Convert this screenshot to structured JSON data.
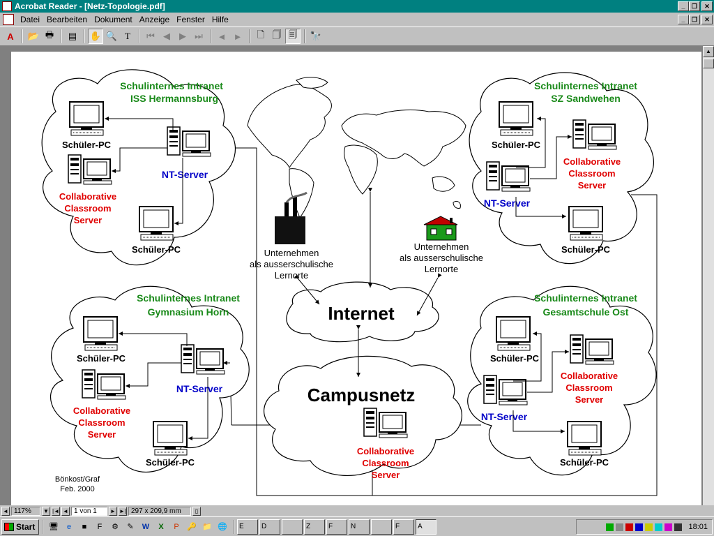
{
  "window": {
    "title": "Acrobat Reader - [Netz-Topologie.pdf]"
  },
  "menu": [
    "Datei",
    "Bearbeiten",
    "Dokument",
    "Anzeige",
    "Fenster",
    "Hilfe"
  ],
  "toolbar_icons": [
    "open-icon",
    "print-icon",
    "thumbnails-icon",
    "hand-tool-icon",
    "zoom-tool-icon",
    "text-select-icon",
    "first-page-icon",
    "prev-page-icon",
    "next-page-icon",
    "last-page-icon",
    "go-back-icon",
    "go-forward-icon",
    "actual-size-icon",
    "fit-page-icon",
    "fit-width-icon",
    "find-icon"
  ],
  "diagram": {
    "networks": [
      {
        "title": [
          "Schulinternes Intranet",
          "ISS Hermannsburg"
        ],
        "server": "NT-Server",
        "pc": [
          "Schüler-PC",
          "Schüler-PC"
        ],
        "ccs": [
          "Collaborative",
          "Classroom",
          "Server"
        ]
      },
      {
        "title": [
          "Schulinternes Intranet",
          "SZ Sandwehen"
        ],
        "server": "NT-Server",
        "pc": [
          "Schüler-PC",
          "Schüler-PC"
        ],
        "ccs": [
          "Collaborative",
          "Classroom",
          "Server"
        ]
      },
      {
        "title": [
          "Schulinternes Intranet",
          "Gymnasium Horn"
        ],
        "server": "NT-Server",
        "pc": [
          "Schüler-PC",
          "Schüler-PC"
        ],
        "ccs": [
          "Collaborative",
          "Classroom",
          "Server"
        ]
      },
      {
        "title": [
          "Schulinternes Intranet",
          "Gesamtschule Ost"
        ],
        "server": "NT-Server",
        "pc": [
          "Schüler-PC",
          "Schüler-PC"
        ],
        "ccs": [
          "Collaborative",
          "Classroom",
          "Server"
        ]
      }
    ],
    "internet": "Internet",
    "campus": {
      "label": "Campusnetz",
      "ccs": [
        "Collaborative",
        "Classroom",
        "Server"
      ]
    },
    "company_left": [
      "Unternehmen",
      "als ausserschulische",
      "Lernorte"
    ],
    "company_right": [
      "Unternehmen",
      "als ausserschulische",
      "Lernorte"
    ],
    "credit": [
      "Bönkost/Graf",
      "Feb. 2000"
    ]
  },
  "status": {
    "zoom": "117%",
    "page": "1 von 1",
    "size": "297 x 209,9 mm"
  },
  "taskbar": {
    "start": "Start",
    "clock": "18:01",
    "tasks": [
      {
        "label": "E",
        "active": false
      },
      {
        "label": "D",
        "active": false
      },
      {
        "label": "",
        "active": false
      },
      {
        "label": "Z",
        "active": false
      },
      {
        "label": "F",
        "active": false
      },
      {
        "label": "N",
        "active": false
      },
      {
        "label": "",
        "active": false
      },
      {
        "label": "F",
        "active": false
      },
      {
        "label": "A",
        "active": true
      }
    ]
  },
  "colors": {
    "title_green": "#1a8a1a",
    "server_blue": "#0000c8",
    "ccs_red": "#e00000",
    "titlebar": "#008080"
  }
}
